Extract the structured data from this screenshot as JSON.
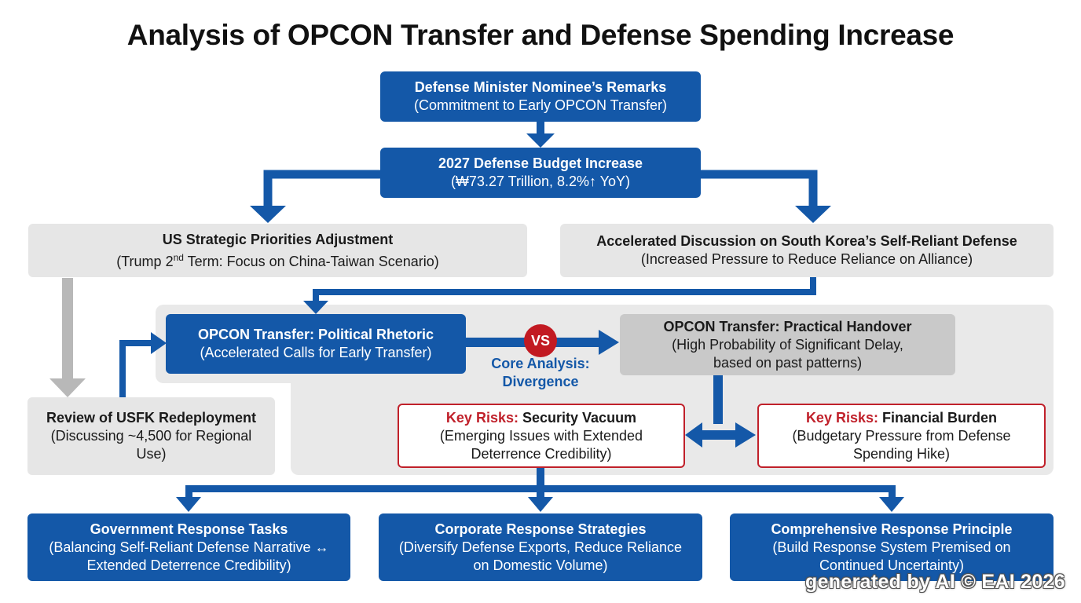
{
  "title": "Analysis of OPCON Transfer and Defense Spending Increase",
  "nodes": {
    "nominee": {
      "heading": "Defense Minister Nominee’s Remarks",
      "detail": "(Commitment to Early OPCON Transfer)"
    },
    "budget": {
      "heading": "2027 Defense Budget Increase",
      "detail": "(₩73.27 Trillion, 8.2%↑ YoY)"
    },
    "us_priorities": {
      "heading": "US Strategic Priorities Adjustment",
      "detail_pre": "(Trump 2",
      "detail_sup": "nd",
      "detail_post": " Term: Focus on China-Taiwan Scenario)"
    },
    "self_reliant": {
      "heading": "Accelerated Discussion on South Korea’s Self-Reliant Defense",
      "detail": "(Increased Pressure to Reduce Reliance on Alliance)"
    },
    "usfk": {
      "heading": "Review of USFK Redeployment",
      "detail": "(Discussing ~4,500 for Regional Use)"
    },
    "rhetoric": {
      "heading": "OPCON Transfer: Political Rhetoric",
      "detail": "(Accelerated Calls for Early Transfer)"
    },
    "handover": {
      "heading": "OPCON Transfer: Practical Handover",
      "detail": "(High Probability of Significant Delay, based on past patterns)"
    },
    "risk_security": {
      "prefix": "Key Risks:",
      "heading": "Security Vacuum",
      "detail": "(Emerging Issues with Extended Deterrence Credibility)"
    },
    "risk_financial": {
      "prefix": "Key Risks:",
      "heading": "Financial Burden",
      "detail": "(Budgetary Pressure from Defense Spending Hike)"
    },
    "government": {
      "heading": "Government Response Tasks",
      "detail": "(Balancing Self-Reliant Defense Narrative ↔ Extended Deterrence Credibility)"
    },
    "corporate": {
      "heading": "Corporate Response Strategies",
      "detail": "(Diversify Defense Exports, Reduce Reliance on Domestic Volume)"
    },
    "principle": {
      "heading": "Comprehensive Response Principle",
      "detail": "(Build Response System Premised on Continued Uncertainty)"
    }
  },
  "vs_label": "VS",
  "core_analysis": "Core Analysis: Divergence",
  "watermark": "generated by AI © EAI 2026",
  "colors": {
    "blue": "#1458a8",
    "red": "#c0202a",
    "gray_arrow": "#b8b8b8",
    "panel": "#e9e9e9"
  }
}
